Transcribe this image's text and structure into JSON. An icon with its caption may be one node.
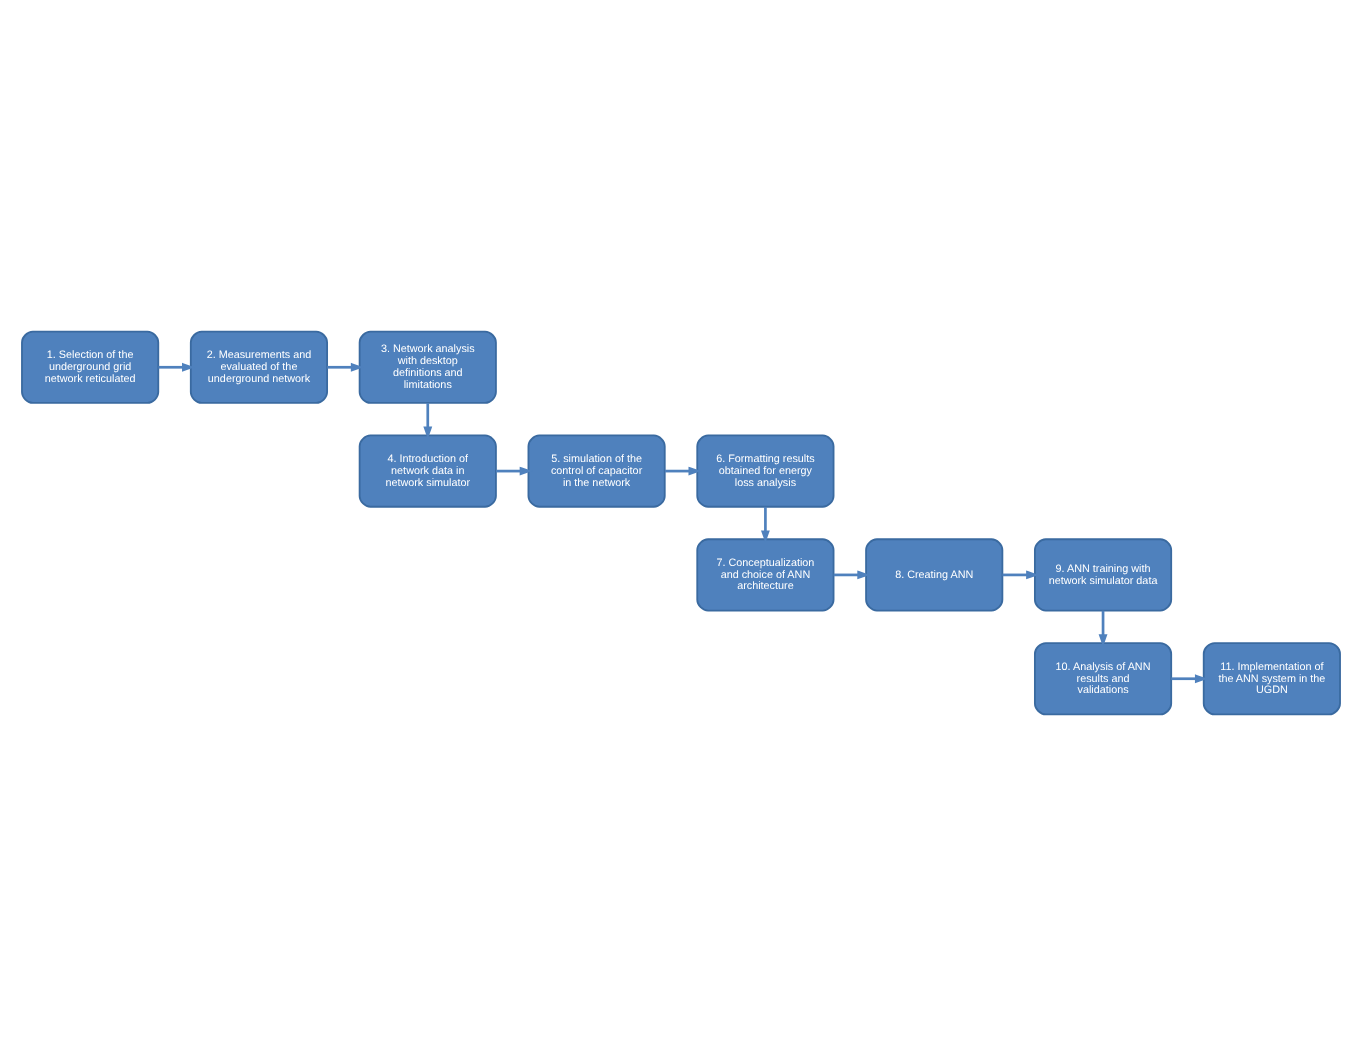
{
  "diagram": {
    "nodes": [
      {
        "text": [
          "1. Selection of the underground grid network reticulated"
        ]
      },
      {
        "text": [
          "2. Measurements and evaluated of the underground network"
        ]
      },
      {
        "text": [
          "3. Network analysis with desktop definitions and limitations"
        ]
      },
      {
        "text": [
          "4. Introduction of network data in network simulator"
        ]
      },
      {
        "text": [
          "5. simulation of the control of capacitor in the network"
        ]
      },
      {
        "text": [
          "6. Formatting results obtained for energy loss analysis"
        ]
      },
      {
        "text": [
          "7. Conceptualization and choice of ANN architecture"
        ]
      },
      {
        "text": [
          "8. Creating ANN"
        ]
      },
      {
        "text": [
          "9. ANN training with network simulator data"
        ]
      },
      {
        "text": [
          "10. Analysis of ANN results and validations"
        ]
      },
      {
        "text": [
          "11. Implementation of the ANN system in the UGDN"
        ]
      }
    ],
    "edges": [
      {
        "from": 0,
        "to": 1,
        "arrow": "to"
      },
      {
        "from": 1,
        "to": 2,
        "arrow": "to"
      },
      {
        "from": 2,
        "to": 3,
        "arrow": "to"
      },
      {
        "from": 3,
        "to": 4,
        "arrow": "to"
      },
      {
        "from": 4,
        "to": 5,
        "arrow": "to"
      },
      {
        "from": 5,
        "to": 6,
        "arrow": "to"
      },
      {
        "from": 6,
        "to": 7,
        "arrow": "to"
      },
      {
        "from": 7,
        "to": 8,
        "arrow": "to"
      },
      {
        "from": 8,
        "to": 9,
        "arrow": "to"
      },
      {
        "from": 9,
        "to": 10,
        "arrow": "to"
      }
    ]
  }
}
